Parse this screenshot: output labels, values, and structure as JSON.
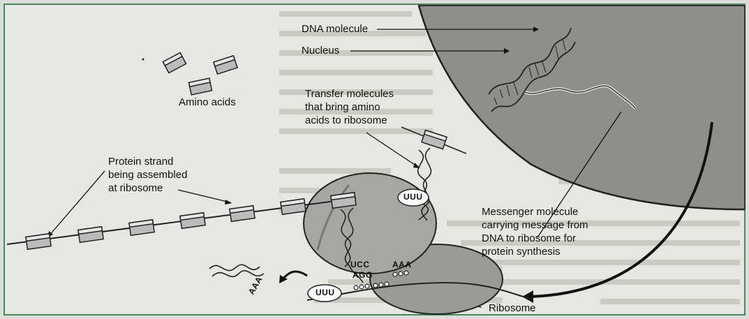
{
  "labels": {
    "dna_molecule": "DNA molecule",
    "nucleus": "Nucleus",
    "amino_acids": "Amino acids",
    "transfer": "Transfer molecules\nthat bring amino\nacids to ribosome",
    "protein_strand": "Protein strand\nbeing assembled\nat ribosome",
    "messenger": "Messenger molecule\ncarrying message from\nDNA to ribosome for\nprotein synthesis",
    "ribosome": "Ribosome"
  },
  "codes": {
    "uuu_top": "UUU",
    "ucc": "UCC",
    "agg": "AGG",
    "aaa_mid": "AAA",
    "uuu_left": "UUU",
    "aaa_free": "AAA"
  }
}
